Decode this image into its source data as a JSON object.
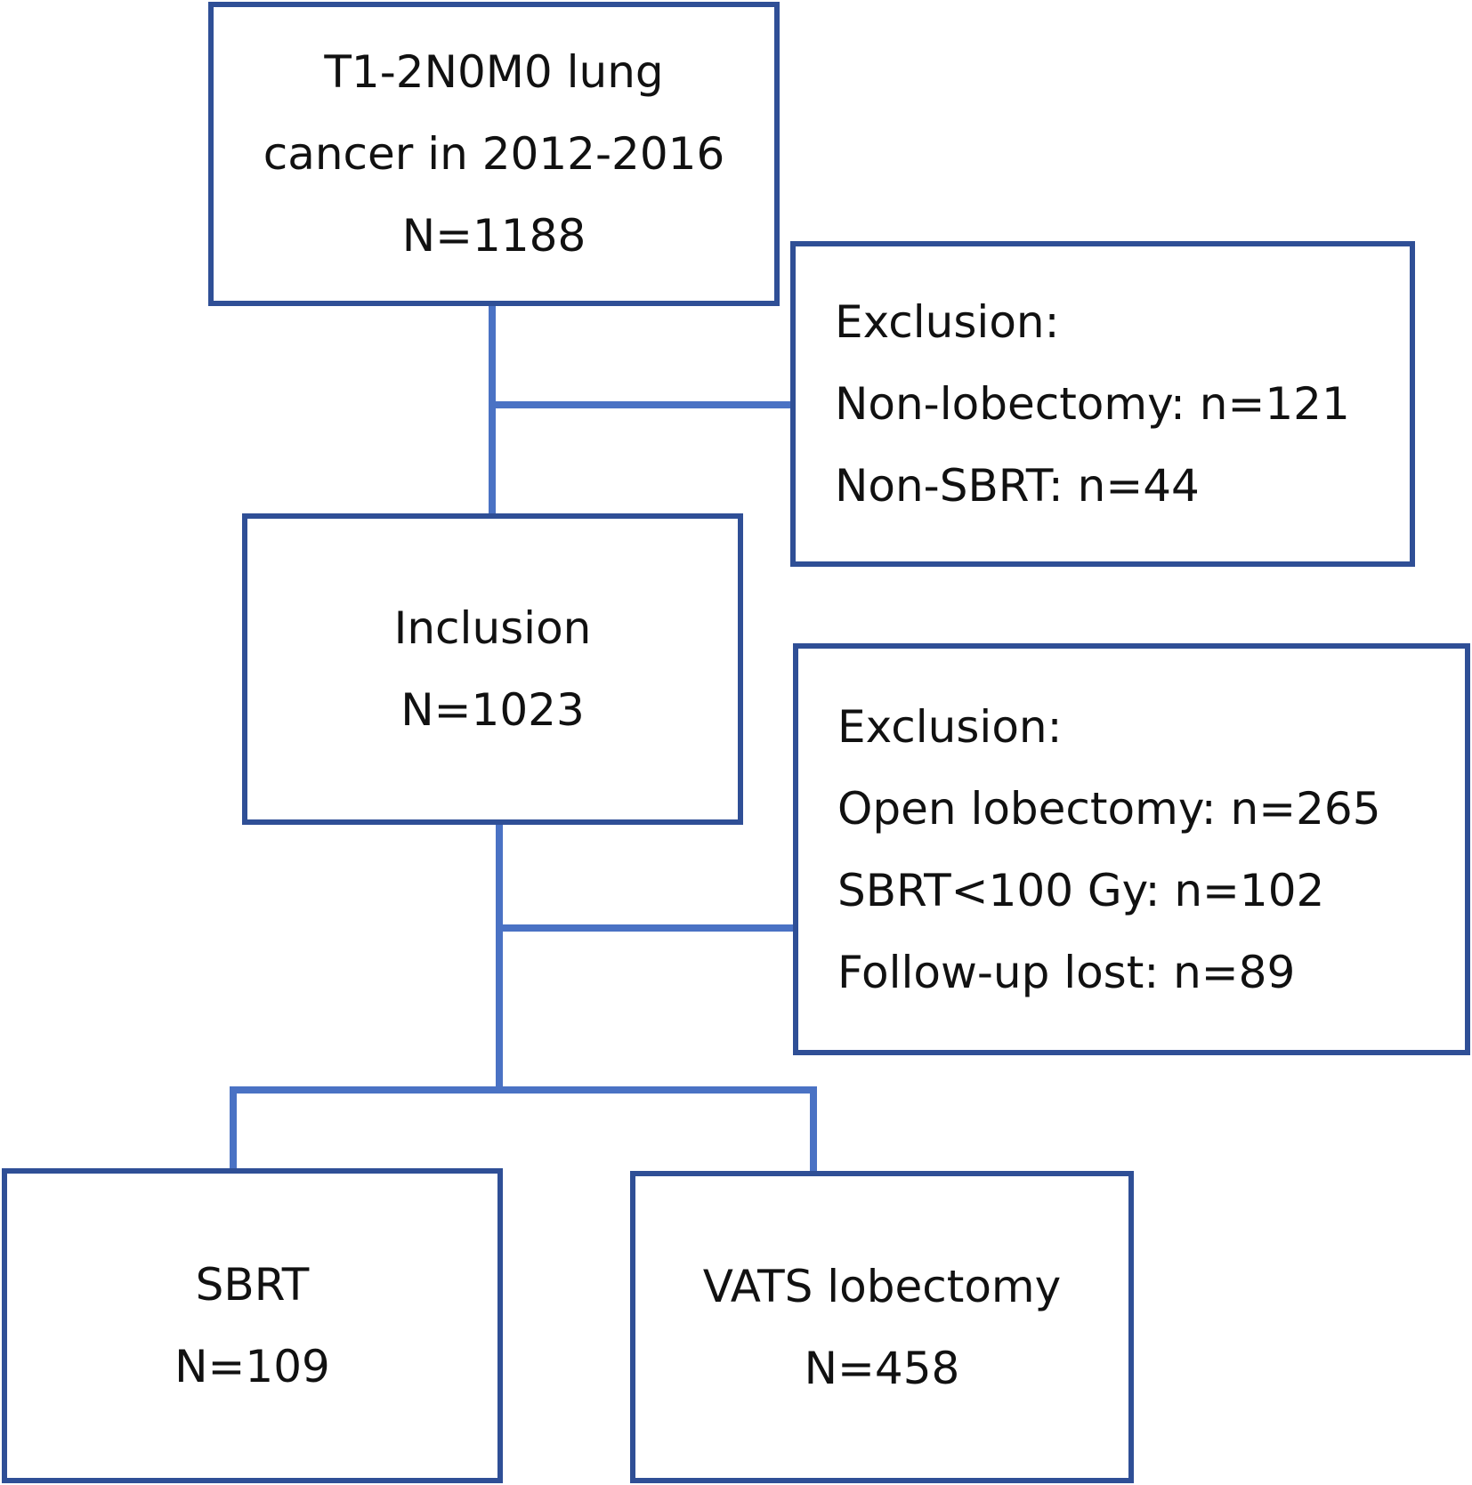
{
  "colors": {
    "box_border": "#2f4f96",
    "connector": "#4a72c4",
    "text": "#111111",
    "background": "#ffffff"
  },
  "boxes": {
    "initial": {
      "lines": [
        "T1-2N0M0 lung",
        "cancer in 2012-2016",
        "N=1188"
      ]
    },
    "exclusion_1": {
      "lines": [
        "Exclusion:",
        "Non-lobectomy: n=121",
        "Non-SBRT: n=44"
      ]
    },
    "inclusion": {
      "lines": [
        "Inclusion",
        "N=1023"
      ]
    },
    "exclusion_2": {
      "lines": [
        "Exclusion:",
        "Open lobectomy: n=265",
        "SBRT<100 Gy: n=102",
        "Follow-up lost: n=89"
      ]
    }
  },
  "outcomes": {
    "sbrt": {
      "lines": [
        "SBRT",
        "N=109"
      ]
    },
    "vats": {
      "lines": [
        "VATS lobectomy",
        "N=458"
      ]
    }
  }
}
